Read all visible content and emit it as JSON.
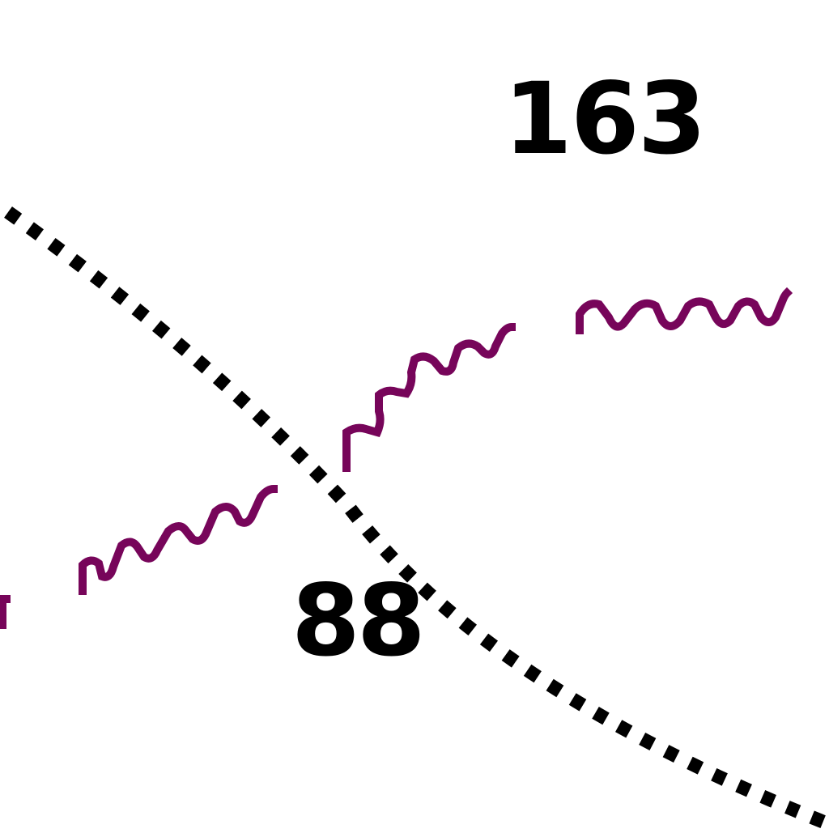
{
  "map": {
    "colors": {
      "background": "#ffffff",
      "boundary": "#000000",
      "route": "#77055a",
      "label": "#000000"
    },
    "features": [
      {
        "kind": "dotted-boundary-line",
        "color": "#000000"
      },
      {
        "kind": "wavy-route-line",
        "color": "#77055a"
      }
    ],
    "labels": {
      "label_163": "163",
      "label_88": "88"
    }
  }
}
